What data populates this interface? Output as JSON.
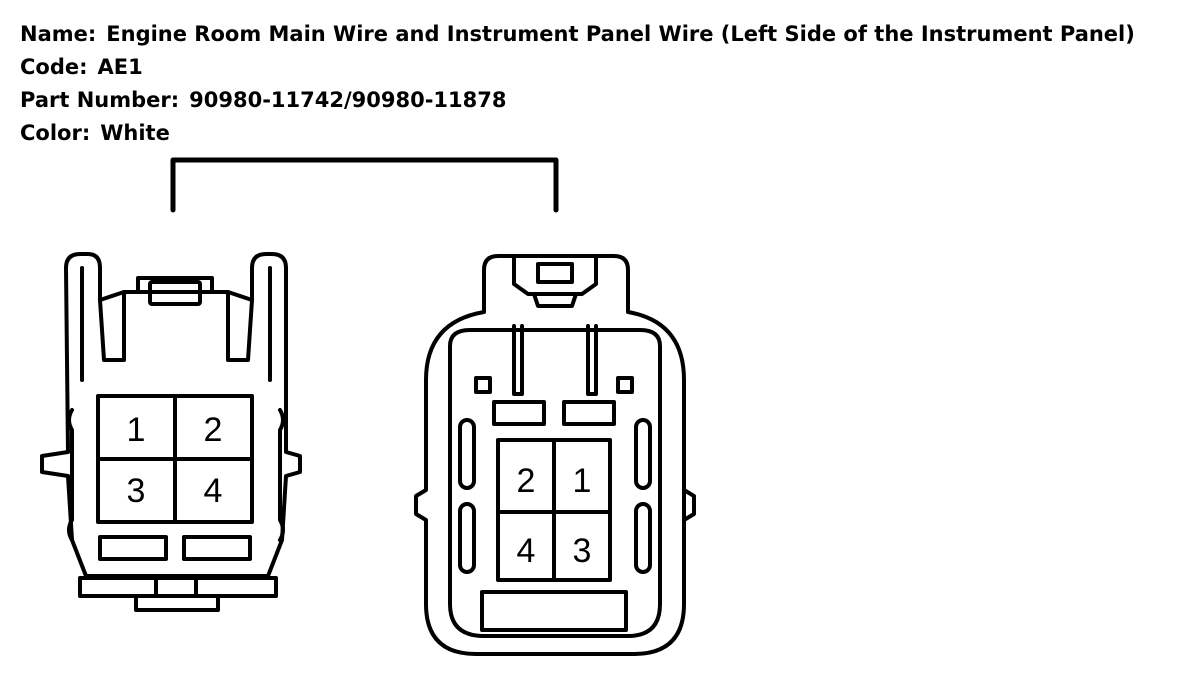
{
  "info": {
    "name_label": "Name:",
    "name_value": "Engine Room Main Wire and Instrument Panel Wire (Left Side of the Instrument Panel)",
    "code_label": "Code:",
    "code_value": "AE1",
    "part_label": "Part Number:",
    "part_value": "90980-11742/90980-11878",
    "color_label": "Color:",
    "color_value": "White"
  },
  "connectors": {
    "left": {
      "pins": [
        "1",
        "2",
        "3",
        "4"
      ]
    },
    "right": {
      "pins": [
        "2",
        "1",
        "4",
        "3"
      ]
    }
  }
}
